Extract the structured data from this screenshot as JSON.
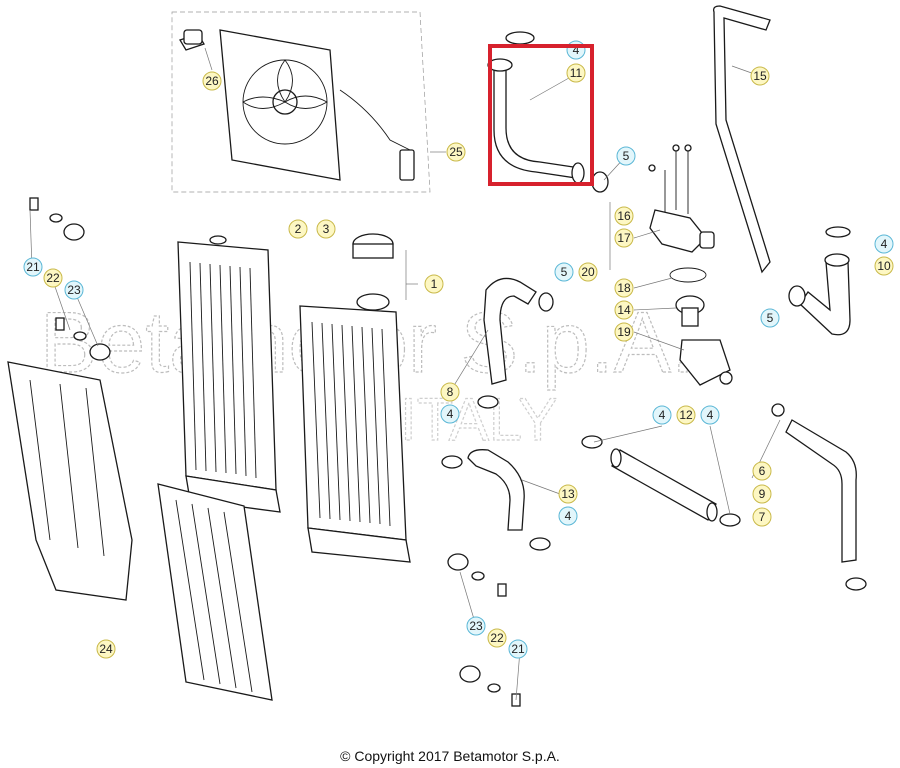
{
  "watermark": {
    "line1": "Betamotor S.p.A.",
    "line2": "ITALY"
  },
  "copyright": "© Copyright 2017 Betamotor S.p.A.",
  "highlight_color": "#d7212d",
  "highlighted_parts": [
    "4",
    "11"
  ],
  "callouts": {
    "c26": "26",
    "c25": "25",
    "c4a": "4",
    "c11": "11",
    "c15": "15",
    "c5a": "5",
    "c16": "16",
    "c17": "17",
    "c4b": "4",
    "c10": "10",
    "c2": "2",
    "c3": "3",
    "c1": "1",
    "c5b": "5",
    "c20": "20",
    "c18": "18",
    "c14": "14",
    "c19": "19",
    "c5c": "5",
    "c21a": "21",
    "c22a": "22",
    "c23a": "23",
    "c8": "8",
    "c4c": "4",
    "c4d": "4",
    "c12": "12",
    "c4e": "4",
    "c13": "13",
    "c4f": "4",
    "c6": "6",
    "c9": "9",
    "c7": "7",
    "c24": "24",
    "c23b": "23",
    "c22b": "22",
    "c21b": "21"
  }
}
